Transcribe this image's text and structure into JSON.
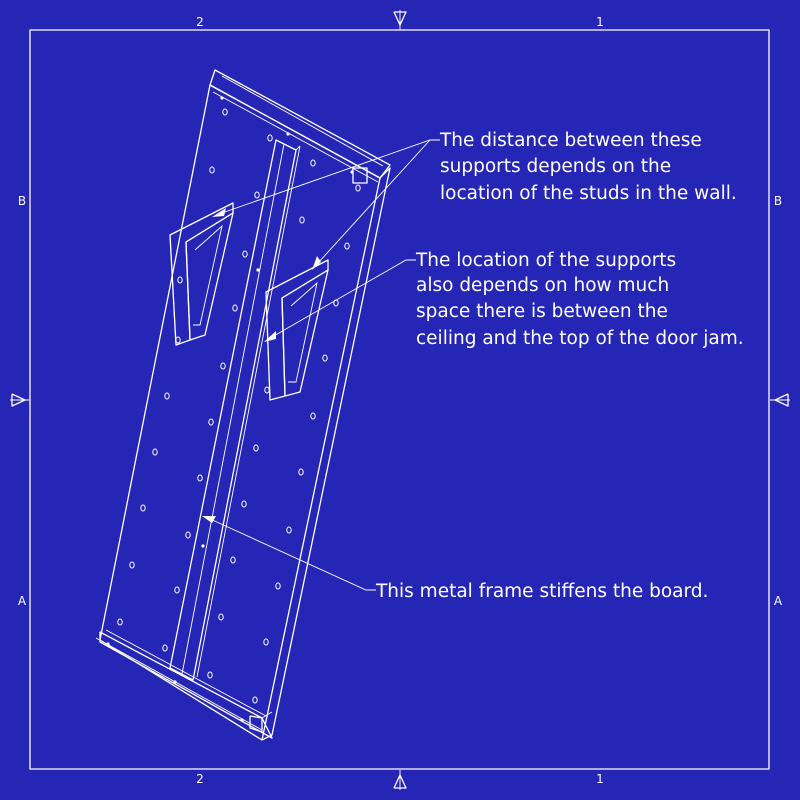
{
  "border": {
    "zones": {
      "col_left": "2",
      "col_right": "1",
      "row_upper": "B",
      "row_lower": "A"
    }
  },
  "notes": {
    "supports_distance": [
      "The distance between these",
      "supports depends on the",
      "location of the studs in the wall."
    ],
    "supports_location": [
      "The location of the supports",
      "also depends on how much",
      "space there is between the",
      "ceiling and the top of the door jam."
    ],
    "frame": "This metal frame stiffens the board."
  },
  "colors": {
    "background": "#2626b6",
    "lines": "#ffffff"
  }
}
